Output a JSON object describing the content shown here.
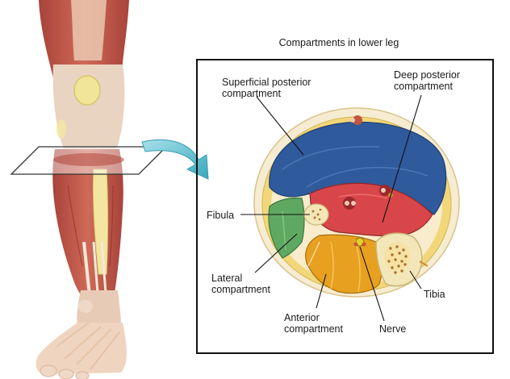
{
  "diagram": {
    "title": "Compartments in lower leg",
    "labels": {
      "superficial_posterior_line1": "Superficial posterior",
      "superficial_posterior_line2": "compartment",
      "deep_posterior_line1": "Deep posterior",
      "deep_posterior_line2": "compartment",
      "fibula": "Fibula",
      "lateral_line1": "Lateral",
      "lateral_line2": "compartment",
      "anterior_line1": "Anterior",
      "anterior_line2": "compartment",
      "nerve": "Nerve",
      "tibia": "Tibia"
    },
    "colors": {
      "superficial_posterior": "#2f5a9c",
      "deep_posterior": "#d8464a",
      "lateral": "#5fa862",
      "anterior": "#e8a020",
      "bone": "#f3e6b8",
      "fat_layer": "#f2dc8a",
      "skin": "#f6e9c8",
      "muscle_leg": "#c8614f",
      "arrow": "#5cc0d0"
    }
  }
}
